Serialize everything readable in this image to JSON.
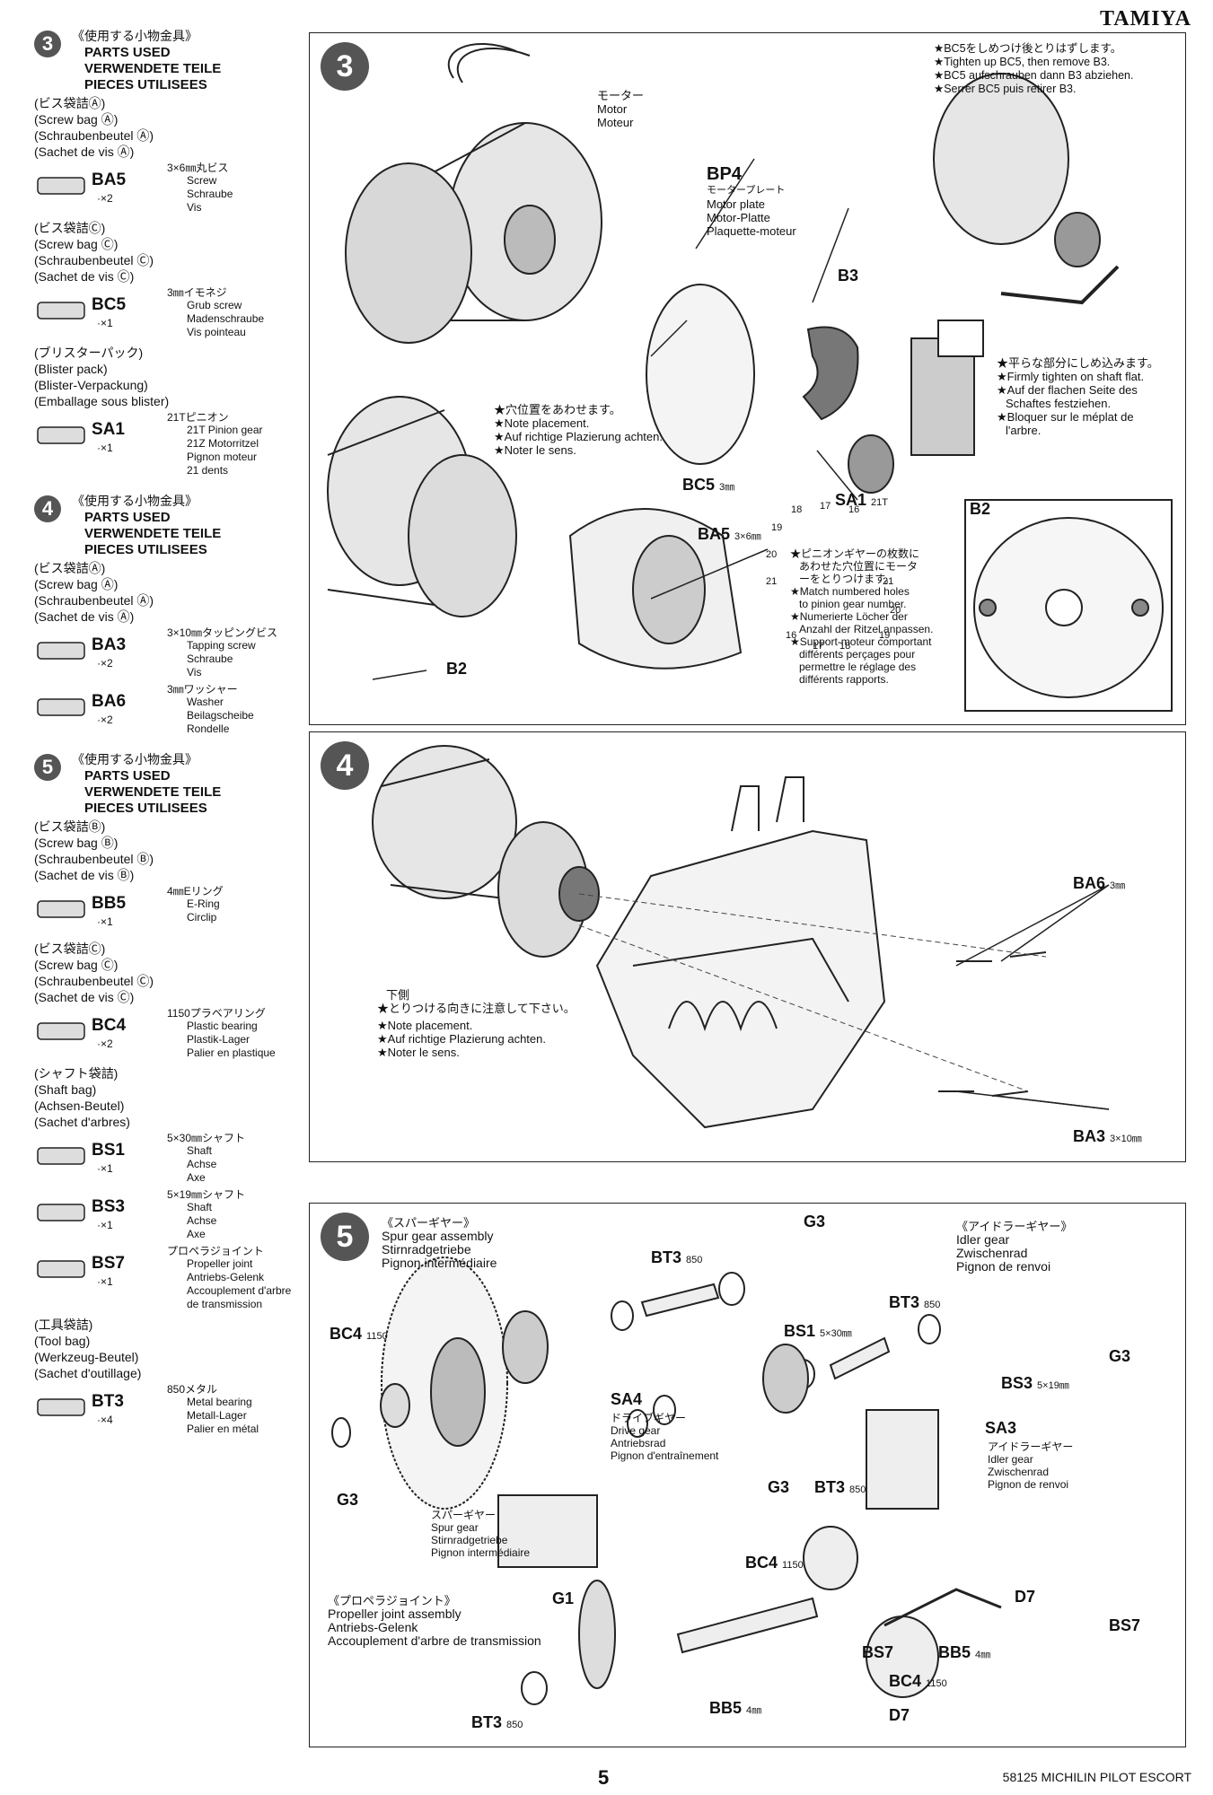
{
  "brand": "TAMIYA",
  "page_number": "5",
  "footer": "58125 MICHILIN PILOT ESCORT",
  "sidebar": {
    "s3": {
      "num": "3",
      "jp": "《使用する小物金具》",
      "en": [
        "PARTS USED",
        "VERWENDETE TEILE",
        "PIECES UTILISEES"
      ],
      "groups": [
        {
          "bag": [
            "(ビス袋詰Ⓐ)",
            "(Screw bag Ⓐ)",
            "(Schraubenbeutel Ⓐ)",
            "(Sachet de vis Ⓐ)"
          ],
          "parts": [
            {
              "code": "BA5",
              "qty": "·×2",
              "jp": "3×6㎜丸ビス",
              "desc": [
                "Screw",
                "Schraube",
                "Vis"
              ]
            }
          ]
        },
        {
          "bag": [
            "(ビス袋詰Ⓒ)",
            "(Screw bag Ⓒ)",
            "(Schraubenbeutel Ⓒ)",
            "(Sachet de vis Ⓒ)"
          ],
          "parts": [
            {
              "code": "BC5",
              "qty": "·×1",
              "jp": "3㎜イモネジ",
              "desc": [
                "Grub screw",
                "Madenschraube",
                "Vis pointeau"
              ]
            }
          ]
        },
        {
          "bag": [
            "(ブリスターパック)",
            "(Blister pack)",
            "(Blister-Verpackung)",
            "(Emballage sous blister)"
          ],
          "parts": [
            {
              "code": "SA1",
              "qty": "·×1",
              "jp": "21Tピニオン",
              "desc": [
                "21T Pinion gear",
                "21Z Motorritzel",
                "Pignon moteur",
                "21 dents"
              ]
            }
          ]
        }
      ]
    },
    "s4": {
      "num": "4",
      "jp": "《使用する小物金具》",
      "en": [
        "PARTS USED",
        "VERWENDETE TEILE",
        "PIECES UTILISEES"
      ],
      "groups": [
        {
          "bag": [
            "(ビス袋詰Ⓐ)",
            "(Screw bag Ⓐ)",
            "(Schraubenbeutel Ⓐ)",
            "(Sachet de vis Ⓐ)"
          ],
          "parts": [
            {
              "code": "BA3",
              "qty": "·×2",
              "jp": "3×10㎜タッピングビス",
              "desc": [
                "Tapping screw",
                "Schraube",
                "Vis"
              ]
            },
            {
              "code": "BA6",
              "qty": "·×2",
              "jp": "3㎜ワッシャー",
              "desc": [
                "Washer",
                "Beilagscheibe",
                "Rondelle"
              ]
            }
          ]
        }
      ]
    },
    "s5": {
      "num": "5",
      "jp": "《使用する小物金具》",
      "en": [
        "PARTS USED",
        "VERWENDETE TEILE",
        "PIECES UTILISEES"
      ],
      "groups": [
        {
          "bag": [
            "(ビス袋詰Ⓑ)",
            "(Screw bag Ⓑ)",
            "(Schraubenbeutel Ⓑ)",
            "(Sachet de vis Ⓑ)"
          ],
          "parts": [
            {
              "code": "BB5",
              "qty": "·×1",
              "jp": "4㎜Eリング",
              "desc": [
                "E-Ring",
                "Circlip"
              ]
            }
          ]
        },
        {
          "bag": [
            "(ビス袋詰Ⓒ)",
            "(Screw bag Ⓒ)",
            "(Schraubenbeutel Ⓒ)",
            "(Sachet de vis Ⓒ)"
          ],
          "parts": [
            {
              "code": "BC4",
              "qty": "·×2",
              "jp": "1150プラベアリング",
              "desc": [
                "Plastic bearing",
                "Plastik-Lager",
                "Palier en plastique"
              ]
            }
          ]
        },
        {
          "bag": [
            "(シャフト袋詰)",
            "(Shaft bag)",
            "(Achsen-Beutel)",
            "(Sachet d'arbres)"
          ],
          "parts": [
            {
              "code": "BS1",
              "qty": "·×1",
              "jp": "5×30㎜シャフト",
              "desc": [
                "Shaft",
                "Achse",
                "Axe"
              ]
            },
            {
              "code": "BS3",
              "qty": "·×1",
              "jp": "5×19㎜シャフト",
              "desc": [
                "Shaft",
                "Achse",
                "Axe"
              ]
            },
            {
              "code": "BS7",
              "qty": "·×1",
              "jp": "プロペラジョイント",
              "desc": [
                "Propeller joint",
                "Antriebs-Gelenk",
                "Accouplement d'arbre",
                "de transmission"
              ]
            }
          ]
        },
        {
          "bag": [
            "(工具袋詰)",
            "(Tool bag)",
            "(Werkzeug-Beutel)",
            "(Sachet d'outillage)"
          ],
          "parts": [
            {
              "code": "BT3",
              "qty": "·×4",
              "jp": "850メタル",
              "desc": [
                "Metal bearing",
                "Metall-Lager",
                "Palier en métal"
              ]
            }
          ]
        }
      ]
    }
  },
  "panel3": {
    "num": "3",
    "motor": [
      "モーター",
      "Motor",
      "Moteur"
    ],
    "bp4_code": "BP4",
    "bp4": [
      "モータープレート",
      "Motor plate",
      "Motor-Platte",
      "Plaquette-moteur"
    ],
    "b3": "B3",
    "note_place": [
      "★穴位置をあわせます。",
      "★Note placement.",
      "★Auf richtige Plazierung achten.",
      "★Noter le sens."
    ],
    "bc5": "BC5",
    "bc5_size": "3㎜",
    "sa1": "SA1",
    "sa1_size": "21T",
    "ba5": "BA5",
    "ba5_size": "3×6㎜",
    "b2": "B2",
    "inset_note": [
      "★BC5をしめつけ後とりはずします。",
      "★Tighten up BC5, then remove B3.",
      "★BC5 aufschrauben dann B3 abziehen.",
      "★Serrer BC5 puis retirer B3."
    ],
    "flat_note": [
      "★平らな部分にしめ込みます。",
      "★Firmly tighten on shaft flat.",
      "★Auf der flachen Seite des",
      "Schaftes festziehen.",
      "★Bloquer sur le méplat de",
      "l'arbre."
    ],
    "b2_inset": "B2",
    "match_note": [
      "★ピニオンギヤーの枚数に",
      "あわせた穴位置にモータ",
      "ーをとりつけます。",
      "★Match numbered holes",
      "to pinion gear number.",
      "★Numerierte Löcher der",
      "Anzahl der Ritzel anpassen.",
      "★Support-moteur comportant",
      "différents perçages pour",
      "permettre le réglage des",
      "différents rapports."
    ],
    "hole_nums": [
      "18",
      "17",
      "16",
      "19",
      "20",
      "21",
      "21",
      "20",
      "19",
      "16",
      "17",
      "18"
    ]
  },
  "panel4": {
    "num": "4",
    "ba6": "BA6",
    "ba6_size": "3㎜",
    "ba3": "BA3",
    "ba3_size": "3×10㎜",
    "note": [
      "下側",
      "★とりつける向きに注意して下さい。",
      "★Note placement.",
      "★Auf richtige Plazierung achten.",
      "★Noter le sens."
    ]
  },
  "panel5": {
    "num": "5",
    "spur": [
      "《スパーギヤー》",
      "Spur gear assembly",
      "Stirnradgetriebe",
      "Pignon intermédiaire"
    ],
    "idler": [
      "《アイドラーギヤー》",
      "Idler gear",
      "Zwischenrad",
      "Pignon de renvoi"
    ],
    "prop": [
      "《プロペラジョイント》",
      "Propeller joint assembly",
      "Antriebs-Gelenk",
      "Accouplement d'arbre de transmission"
    ],
    "g3": "G3",
    "bt3": "BT3",
    "bt3_size": "850",
    "bs1": "BS1",
    "bs1_size": "5×30㎜",
    "bs3": "BS3",
    "bs3_size": "5×19㎜",
    "bc4": "BC4",
    "bc4_size": "1150",
    "sa4": "SA4",
    "sa4_desc": [
      "ドライブギヤー",
      "Drive gear",
      "Antriebsrad",
      "Pignon d'entraînement"
    ],
    "sa3": "SA3",
    "sa3_desc": [
      "アイドラーギヤー",
      "Idler gear",
      "Zwischenrad",
      "Pignon de renvoi"
    ],
    "spur_desc": [
      "スパーギヤー",
      "Spur gear",
      "Stirnradgetriebe",
      "Pignon intermédiaire"
    ],
    "d7": "D7",
    "bs7": "BS7",
    "bb5": "BB5",
    "bb5_size": "4㎜",
    "g1": "G1"
  }
}
